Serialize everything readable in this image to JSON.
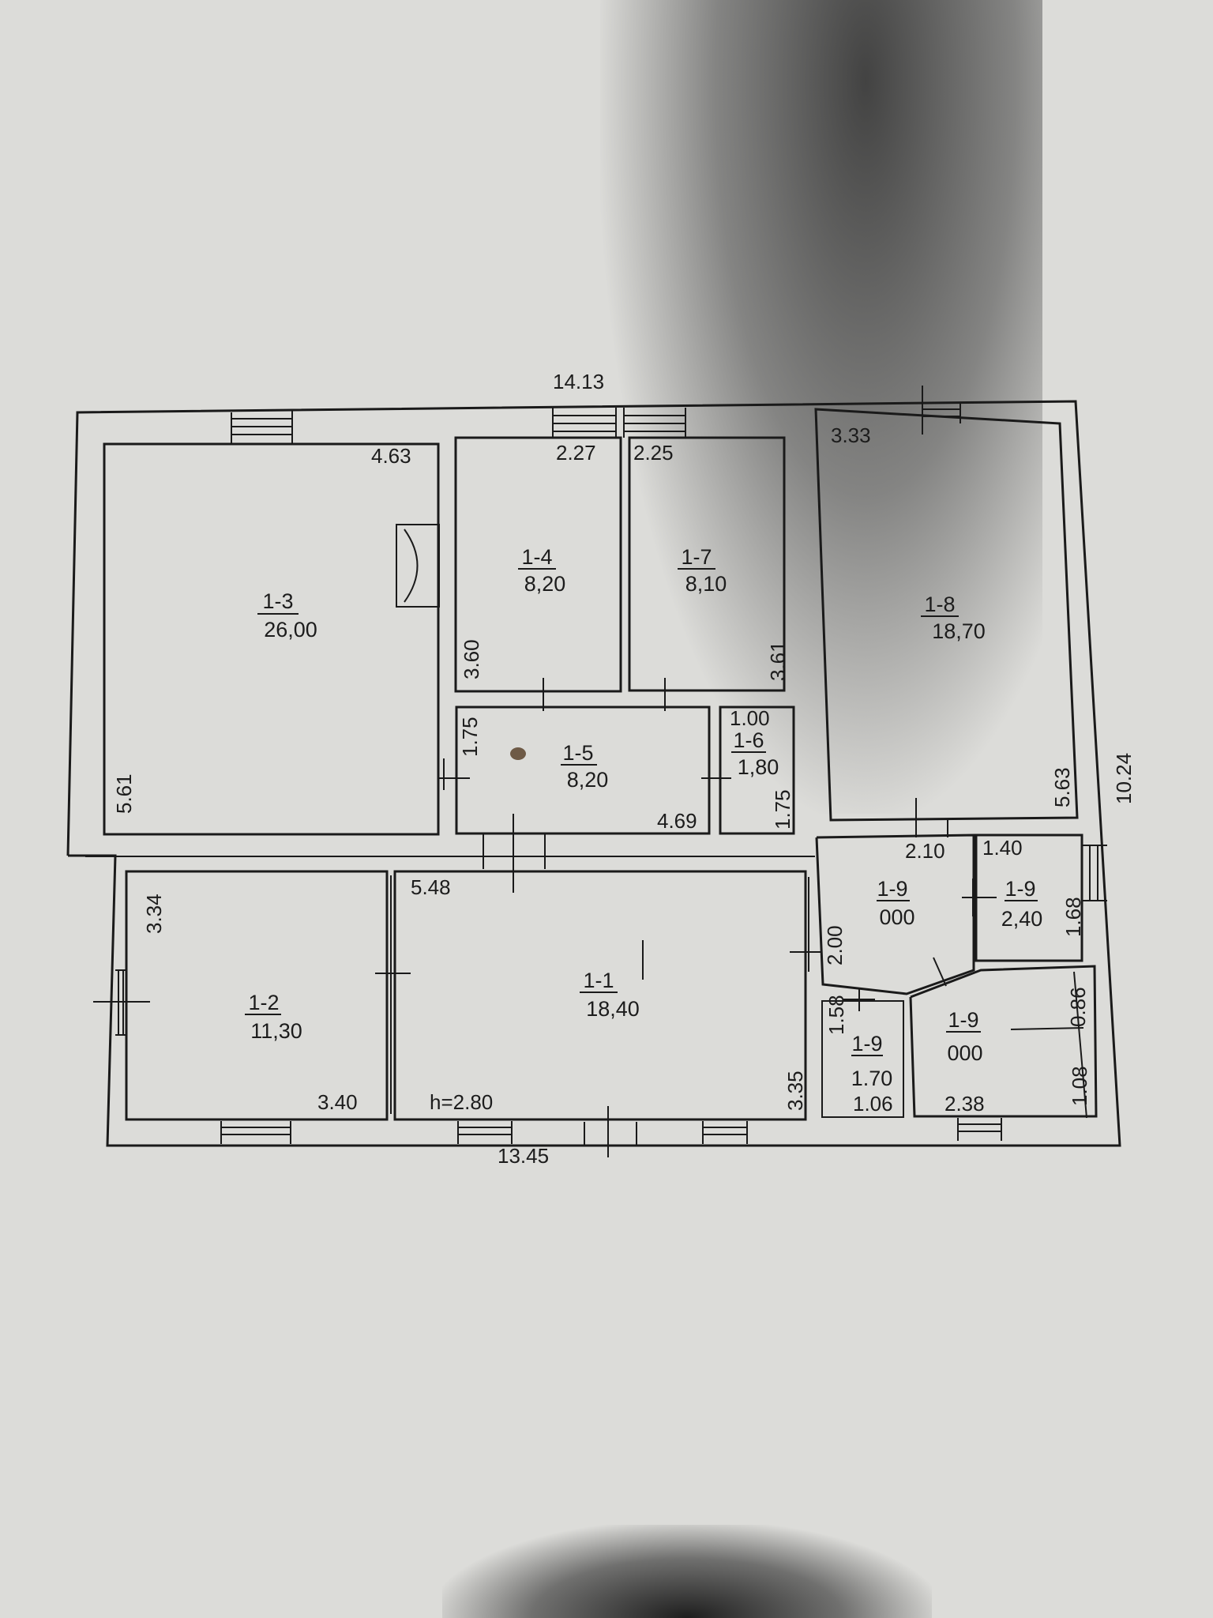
{
  "plan": {
    "overall": {
      "top_width": "14.13",
      "bottom_width": "13.45",
      "right_height": "10.24",
      "ceiling_height": "h=2.80"
    },
    "rooms": {
      "r13": {
        "id": "1-3",
        "area": "26,00",
        "width": "4.63",
        "height": "5.61"
      },
      "r14": {
        "id": "1-4",
        "area": "8,20",
        "width": "2.27",
        "height": "3.60"
      },
      "r17": {
        "id": "1-7",
        "area": "8,10",
        "width": "2.25",
        "height": "3.61"
      },
      "r18": {
        "id": "1-8",
        "area": "18,70",
        "width": "3.33",
        "height": "5.63"
      },
      "r15": {
        "id": "1-5",
        "area": "8,20",
        "width": "4.69",
        "height": "1.75"
      },
      "r16": {
        "id": "1-6",
        "area": "1,80",
        "width": "1.00",
        "height": "1.75"
      },
      "r12": {
        "id": "1-2",
        "area": "11,30",
        "width": "3.40",
        "height": "3.34"
      },
      "r11": {
        "id": "1-1",
        "area": "18,40",
        "width": "5.48",
        "height": "3.35"
      },
      "r19a": {
        "id": "1-9",
        "area": "000",
        "width": "2.10",
        "height": "2.00"
      },
      "r19b": {
        "id": "1-9",
        "area": "2,40",
        "width": "1.40",
        "height": "1.68"
      },
      "r19c": {
        "id": "1-9",
        "area": "000",
        "width": "2.38",
        "height_a": "0.86",
        "height_b": "1.08"
      },
      "r19d": {
        "id": "1-9",
        "area": "1.70",
        "width": "1.06",
        "height": "1.58"
      }
    }
  }
}
